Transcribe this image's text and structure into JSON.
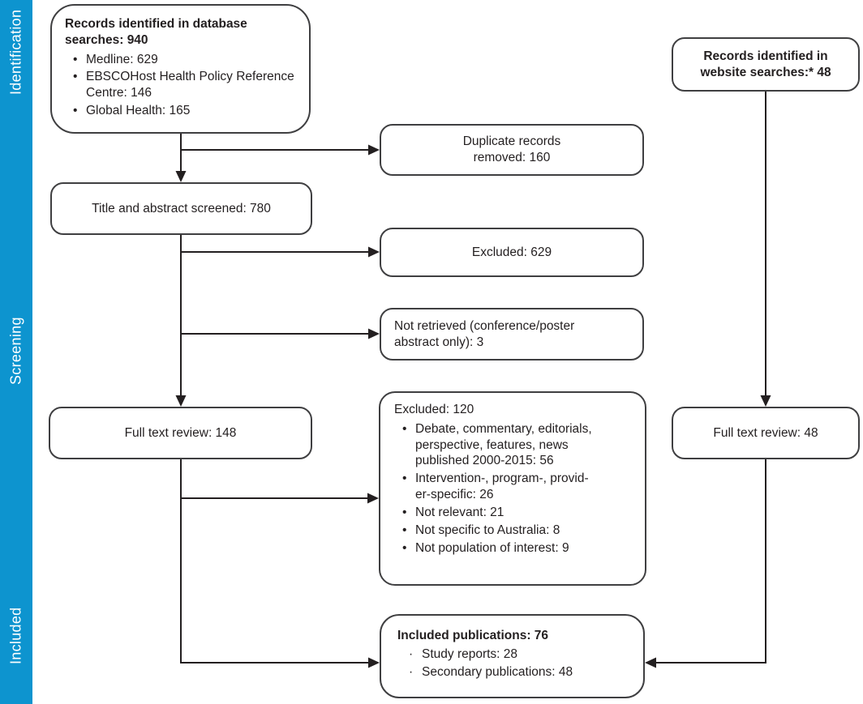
{
  "colors": {
    "sidebar_blue": "#0d94cf",
    "line": "#231f20",
    "box_border": "#3f3f41"
  },
  "sidebar": {
    "items": [
      {
        "id": "identification",
        "label": "Identification"
      },
      {
        "id": "screening",
        "label": "Screening"
      },
      {
        "id": "included",
        "label": "Included"
      }
    ]
  },
  "boxes": {
    "db_records": {
      "title": "Records identified in database searches: 940",
      "bullet_char": "•",
      "bullets": [
        "Medline: 629",
        "EBSCOHost Health Policy Reference\nCentre: 146",
        "Global Health: 165"
      ]
    },
    "website_records": {
      "text": "Records identified in\nwebsite searches:* 48"
    },
    "duplicates_removed": {
      "text": "Duplicate records\nremoved: 160"
    },
    "title_abstract_screened": {
      "text": "Title and abstract screened: 780"
    },
    "excluded_629": {
      "text": "Excluded: 629"
    },
    "not_retrieved": {
      "text": "Not retrieved (conference/poster\nabstract only): 3"
    },
    "full_text_review_left": {
      "text": "Full text review: 148"
    },
    "excluded_120": {
      "title": "Excluded: 120",
      "bullet_char": "•",
      "bullets": [
        "Debate, commentary, editorials,\nperspective, features, news\npublished 2000-2015: 56",
        "Intervention-, program-, provid-\ner-specific: 26",
        "Not relevant: 21",
        "Not specific to Australia: 8",
        "Not population of interest: 9"
      ]
    },
    "full_text_review_right": {
      "text": "Full text review: 48"
    },
    "included_publications": {
      "title": "Included publications: 76",
      "bullet_char": "·",
      "bullets": [
        "Study reports: 28",
        "Secondary publications: 48"
      ]
    }
  }
}
